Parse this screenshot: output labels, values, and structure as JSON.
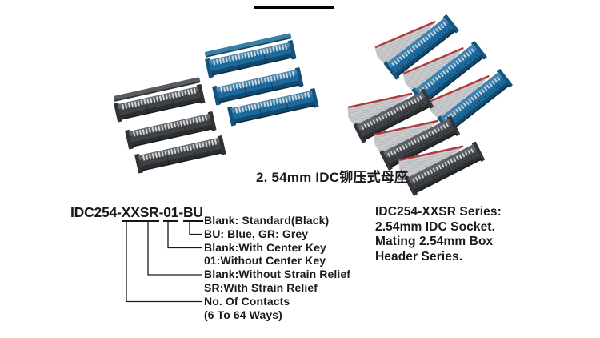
{
  "caption": "2. 54mm IDC铆压式母座",
  "part_number": {
    "full": "IDC254-XXSR-01-BU",
    "segments": [
      {
        "text": "IDC254-",
        "underlined": false
      },
      {
        "text": "XXSR",
        "underlined": true
      },
      {
        "text": "-",
        "underlined": false
      },
      {
        "text": "01",
        "underlined": true
      },
      {
        "text": "-",
        "underlined": false
      },
      {
        "text": "BU",
        "underlined": true
      }
    ]
  },
  "decode": {
    "lines": [
      "Blank: Standard(Black)",
      "BU: Blue, GR: Grey",
      "Blank:With Center Key",
      "01:Without Center Key",
      "Blank:Without Strain Relief",
      "SR:With Strain Relief",
      "No. Of Contacts",
      "(6 To 64 Ways)"
    ]
  },
  "series": {
    "lines": [
      "IDC254-XXSR Series:",
      "2.54mm IDC Socket.",
      "Mating 2.54mm Box",
      "Header Series."
    ]
  },
  "illustration": {
    "loose_sockets": [
      {
        "color_name": "black",
        "strain_relief": true
      },
      {
        "color_name": "black",
        "strain_relief": false
      },
      {
        "color_name": "black",
        "strain_relief": false
      },
      {
        "color_name": "blue",
        "strain_relief": true
      },
      {
        "color_name": "blue",
        "strain_relief": false
      },
      {
        "color_name": "blue",
        "strain_relief": false
      }
    ],
    "cabled_sockets": [
      {
        "color_name": "blue"
      },
      {
        "color_name": "blue"
      },
      {
        "color_name": "blue"
      },
      {
        "color_name": "black"
      },
      {
        "color_name": "black"
      },
      {
        "color_name": "black"
      }
    ]
  },
  "colors": {
    "blue": "#1a6a9e",
    "grey": "#3e4246",
    "cable": "#c8cacd",
    "cable_stripe": "#b2b4b7",
    "red_stripe": "#b23a3a",
    "teeth": "#d6d8da",
    "text": "#1a1a1a"
  }
}
